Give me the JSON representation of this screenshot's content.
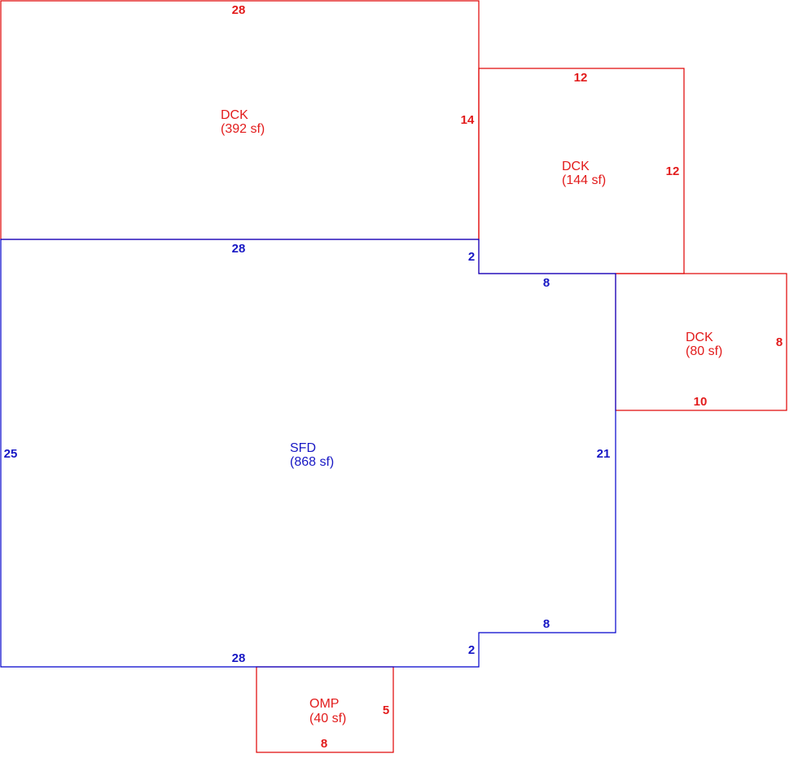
{
  "colors": {
    "dwelling": "#0000cc",
    "addition": "#e00000"
  },
  "areas": {
    "deck_north": {
      "code": "DCK",
      "area": "(392 sf)",
      "dims": {
        "top": "28",
        "right": "14"
      }
    },
    "deck_east": {
      "code": "DCK",
      "area": "(144 sf)",
      "dims": {
        "top": "12",
        "right": "12"
      }
    },
    "deck_small": {
      "code": "DCK",
      "area": "(80 sf)",
      "dims": {
        "right": "8",
        "bottom": "10"
      }
    },
    "dwelling": {
      "code": "SFD",
      "area": "(868 sf)",
      "dims": {
        "top": "28",
        "left": "25",
        "notch_top_side": "2",
        "notch_top_width": "8",
        "right": "21",
        "notch_bottom_width": "8",
        "notch_bottom_side": "2",
        "bottom": "28"
      }
    },
    "porch": {
      "code": "OMP",
      "area": "(40 sf)",
      "dims": {
        "right": "5",
        "bottom": "8"
      }
    }
  }
}
